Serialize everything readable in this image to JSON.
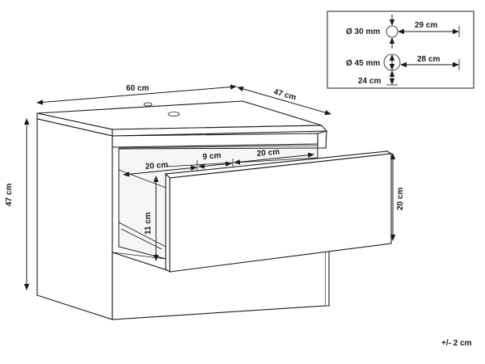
{
  "diagram": {
    "dimensions": {
      "width": "60 cm",
      "depth": "47 cm",
      "height": "47 cm",
      "drawer_height": "20 cm",
      "drawer_inner_height": "11 cm",
      "inner_left": "20 cm",
      "inner_middle": "9 cm",
      "inner_right": "20 cm"
    },
    "detail": {
      "hole_small": "Ø 30 mm",
      "hole_small_offset": "29 cm",
      "hole_large": "Ø 45 mm",
      "hole_large_offset": "28 cm",
      "hole_large_bottom": "24 cm"
    },
    "tolerance": "+/- 2 cm"
  }
}
